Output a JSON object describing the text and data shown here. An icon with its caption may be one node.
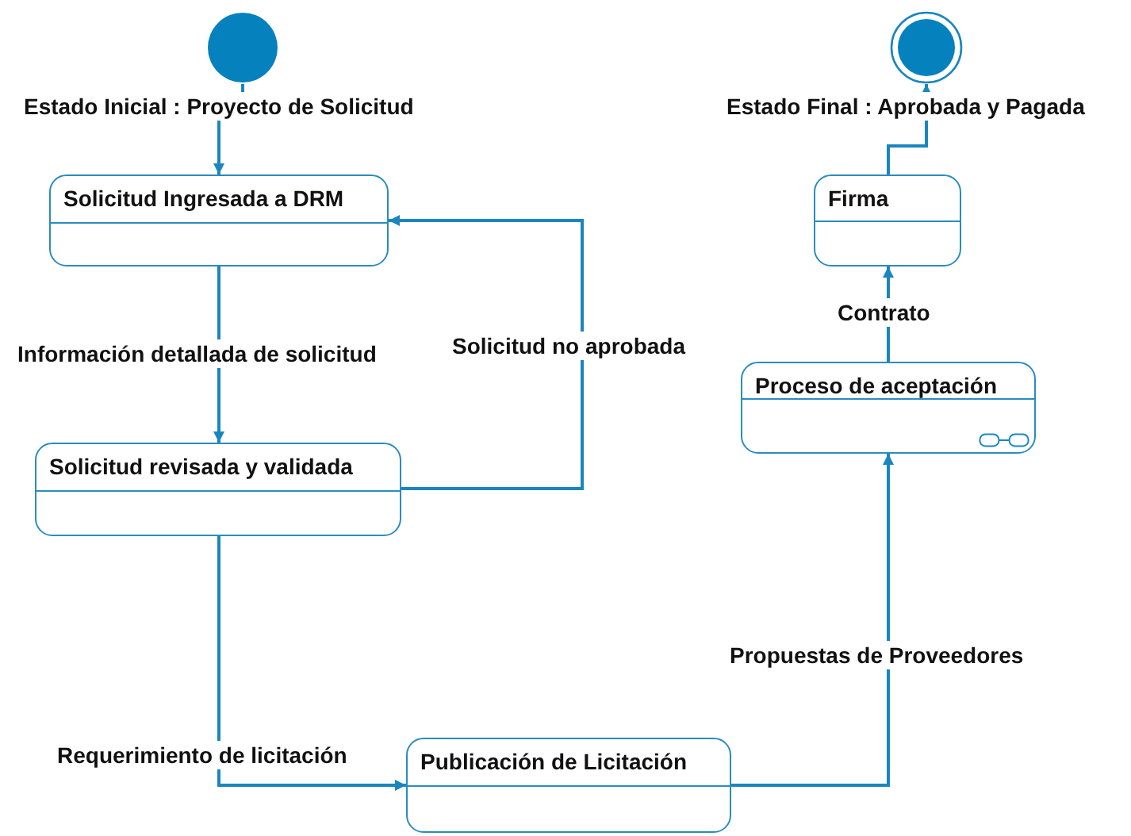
{
  "diagram": {
    "nodes": [
      {
        "text": [],
        "shape": "circle",
        "beside": [
          "Estado Inicial : Proyecto de Solicitud"
        ]
      },
      {
        "text": [
          "Solicitud Ingresada a DRM"
        ]
      },
      {
        "text": [
          "Solicitud revisada y validada"
        ]
      },
      {
        "text": [
          "Publicación de Licitación"
        ]
      },
      {
        "text": [
          "Proceso de aceptación"
        ]
      },
      {
        "text": [
          "Firma"
        ]
      },
      {
        "text": [],
        "shape": "circle",
        "beside": [
          "Estado Final : Aprobada y Pagada"
        ]
      }
    ],
    "edges": [
      {
        "from": 0,
        "to": 1,
        "arrow": "to"
      },
      {
        "from": 1,
        "to": 2,
        "arrow": "to",
        "label": "Información detallada de solicitud"
      },
      {
        "from": 2,
        "to": 1,
        "arrow": "to",
        "label": "Solicitud no aprobada"
      },
      {
        "from": 2,
        "to": 3,
        "arrow": "to",
        "label": "Requerimiento de licitación"
      },
      {
        "from": 3,
        "to": 4,
        "arrow": "to",
        "label": "Propuestas de Proveedores"
      },
      {
        "from": 4,
        "to": 5,
        "arrow": "to",
        "label": "Contrato"
      },
      {
        "from": 5,
        "to": 6,
        "arrow": "to"
      }
    ]
  }
}
